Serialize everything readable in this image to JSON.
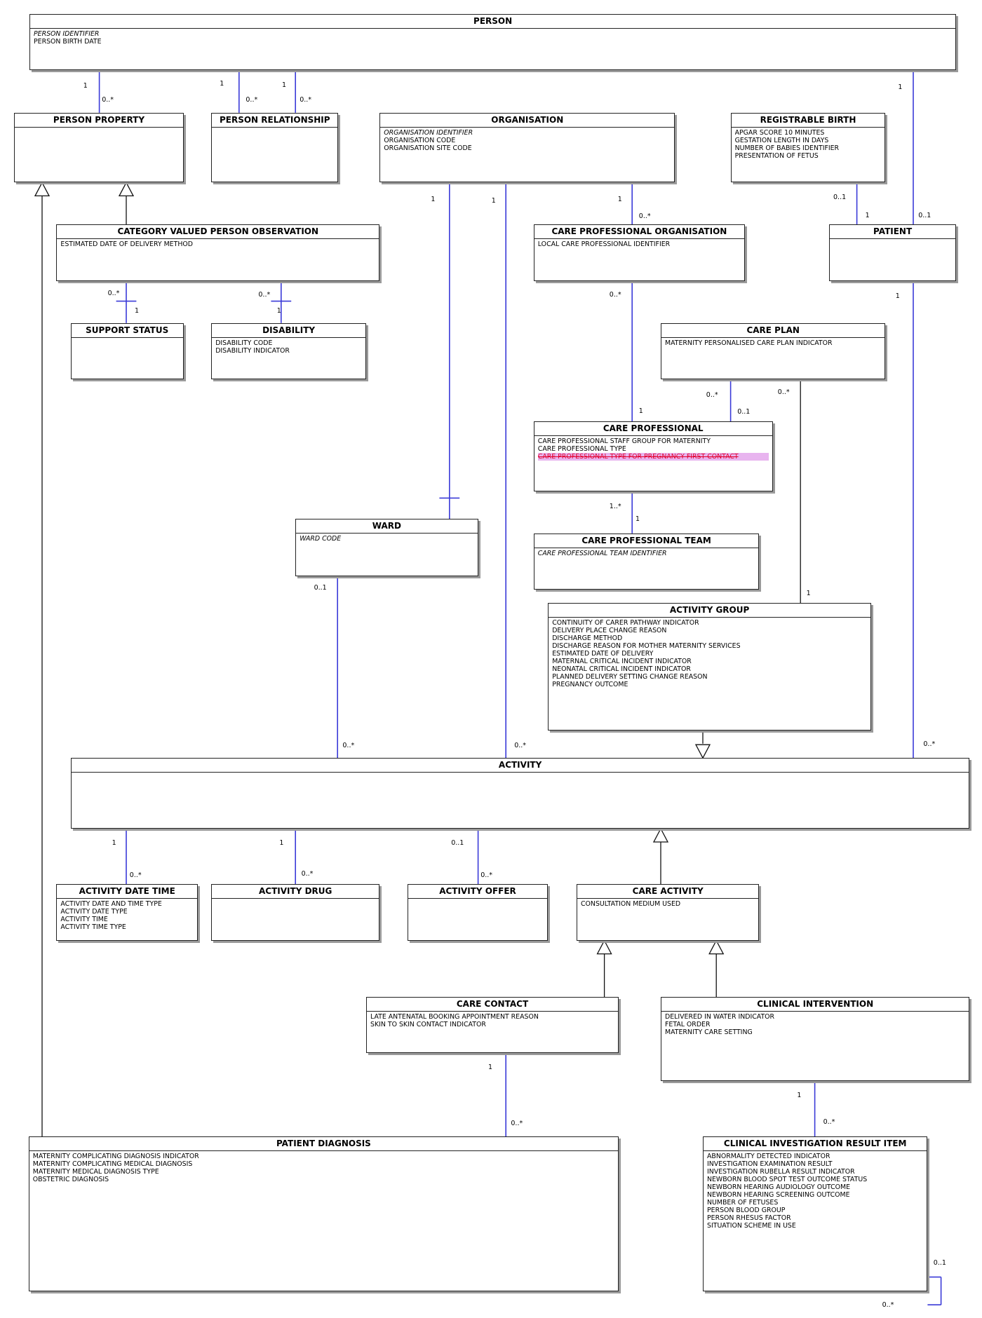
{
  "line_colors": {
    "association": "#3a3ad8",
    "generalization": "#111111"
  },
  "entities": {
    "person": {
      "name": "PERSON",
      "attributes": [
        {
          "text": "PERSON IDENTIFIER",
          "italic": true
        },
        {
          "text": "PERSON BIRTH DATE"
        }
      ]
    },
    "person_property": {
      "name": "PERSON PROPERTY",
      "attributes": []
    },
    "person_relationship": {
      "name": "PERSON RELATIONSHIP",
      "attributes": []
    },
    "organisation": {
      "name": "ORGANISATION",
      "attributes": [
        {
          "text": "ORGANISATION IDENTIFIER",
          "italic": true
        },
        {
          "text": "ORGANISATION CODE"
        },
        {
          "text": "ORGANISATION SITE CODE"
        }
      ]
    },
    "registrable_birth": {
      "name": "REGISTRABLE BIRTH",
      "attributes": [
        {
          "text": "APGAR SCORE 10 MINUTES"
        },
        {
          "text": "GESTATION LENGTH IN DAYS"
        },
        {
          "text": "NUMBER OF BABIES IDENTIFIER"
        },
        {
          "text": "PRESENTATION OF FETUS"
        }
      ]
    },
    "category_valued_person_observation": {
      "name": "CATEGORY VALUED PERSON OBSERVATION",
      "attributes": [
        {
          "text": "ESTIMATED DATE OF DELIVERY METHOD"
        }
      ]
    },
    "care_professional_organisation": {
      "name": "CARE PROFESSIONAL ORGANISATION",
      "attributes": [
        {
          "text": "LOCAL CARE PROFESSIONAL IDENTIFIER"
        }
      ]
    },
    "patient": {
      "name": "PATIENT",
      "attributes": []
    },
    "support_status": {
      "name": "SUPPORT STATUS",
      "attributes": []
    },
    "disability": {
      "name": "DISABILITY",
      "attributes": [
        {
          "text": "DISABILITY CODE"
        },
        {
          "text": "DISABILITY INDICATOR"
        }
      ]
    },
    "care_plan": {
      "name": "CARE PLAN",
      "attributes": [
        {
          "text": "MATERNITY PERSONALISED CARE PLAN INDICATOR"
        }
      ]
    },
    "care_professional": {
      "name": "CARE PROFESSIONAL",
      "attributes": [
        {
          "text": "CARE PROFESSIONAL STAFF GROUP FOR MATERNITY"
        },
        {
          "text": "CARE PROFESSIONAL TYPE"
        },
        {
          "text": "CARE PROFESSIONAL TYPE FOR PREGNANCY FIRST CONTACT",
          "strike": true
        }
      ]
    },
    "ward": {
      "name": "WARD",
      "attributes": [
        {
          "text": "WARD CODE",
          "italic": true
        }
      ]
    },
    "care_professional_team": {
      "name": "CARE PROFESSIONAL TEAM",
      "attributes": [
        {
          "text": "CARE PROFESSIONAL TEAM IDENTIFIER",
          "italic": true
        }
      ]
    },
    "activity_group": {
      "name": "ACTIVITY GROUP",
      "attributes": [
        {
          "text": "CONTINUITY OF CARER PATHWAY INDICATOR"
        },
        {
          "text": "DELIVERY PLACE CHANGE REASON"
        },
        {
          "text": "DISCHARGE METHOD"
        },
        {
          "text": "DISCHARGE REASON FOR MOTHER MATERNITY SERVICES"
        },
        {
          "text": "ESTIMATED DATE OF DELIVERY"
        },
        {
          "text": "MATERNAL CRITICAL INCIDENT INDICATOR"
        },
        {
          "text": "NEONATAL CRITICAL INCIDENT INDICATOR"
        },
        {
          "text": "PLANNED DELIVERY SETTING CHANGE REASON"
        },
        {
          "text": "PREGNANCY OUTCOME"
        }
      ]
    },
    "activity": {
      "name": "ACTIVITY",
      "attributes": []
    },
    "activity_date_time": {
      "name": "ACTIVITY DATE TIME",
      "attributes": [
        {
          "text": "ACTIVITY DATE AND TIME TYPE"
        },
        {
          "text": "ACTIVITY DATE TYPE"
        },
        {
          "text": "ACTIVITY TIME"
        },
        {
          "text": "ACTIVITY TIME TYPE"
        }
      ]
    },
    "activity_drug": {
      "name": "ACTIVITY DRUG",
      "attributes": []
    },
    "activity_offer": {
      "name": "ACTIVITY OFFER",
      "attributes": []
    },
    "care_activity": {
      "name": "CARE ACTIVITY",
      "attributes": [
        {
          "text": "CONSULTATION MEDIUM USED"
        }
      ]
    },
    "care_contact": {
      "name": "CARE CONTACT",
      "attributes": [
        {
          "text": "LATE ANTENATAL BOOKING APPOINTMENT REASON"
        },
        {
          "text": "SKIN TO SKIN CONTACT INDICATOR"
        }
      ]
    },
    "clinical_intervention": {
      "name": "CLINICAL INTERVENTION",
      "attributes": [
        {
          "text": "DELIVERED IN WATER INDICATOR"
        },
        {
          "text": "FETAL ORDER"
        },
        {
          "text": "MATERNITY CARE SETTING"
        }
      ]
    },
    "patient_diagnosis": {
      "name": "PATIENT DIAGNOSIS",
      "attributes": [
        {
          "text": "MATERNITY COMPLICATING DIAGNOSIS INDICATOR"
        },
        {
          "text": "MATERNITY COMPLICATING MEDICAL DIAGNOSIS"
        },
        {
          "text": "MATERNITY MEDICAL DIAGNOSIS TYPE"
        },
        {
          "text": "OBSTETRIC DIAGNOSIS"
        }
      ]
    },
    "clinical_investigation_result_item": {
      "name": "CLINICAL INVESTIGATION RESULT ITEM",
      "attributes": [
        {
          "text": "ABNORMALITY DETECTED INDICATOR"
        },
        {
          "text": "INVESTIGATION EXAMINATION RESULT"
        },
        {
          "text": "INVESTIGATION RUBELLA RESULT INDICATOR"
        },
        {
          "text": "NEWBORN BLOOD SPOT TEST OUTCOME STATUS"
        },
        {
          "text": "NEWBORN HEARING AUDIOLOGY OUTCOME"
        },
        {
          "text": "NEWBORN HEARING SCREENING OUTCOME"
        },
        {
          "text": "NUMBER OF FETUSES"
        },
        {
          "text": "PERSON BLOOD GROUP"
        },
        {
          "text": "PERSON RHESUS FACTOR"
        },
        {
          "text": "SITUATION SCHEME IN USE"
        }
      ]
    }
  },
  "multiplicities": [
    "1",
    "0..*",
    "1",
    "0..*",
    "1",
    "0..*",
    "1",
    "0..1",
    "1",
    "1",
    "1",
    "0..*",
    "0..1",
    "1",
    "0..*",
    "1",
    "0..*",
    "1",
    "0..*",
    "0..1",
    "1",
    "0..*",
    "1",
    "1..*",
    "0..*",
    "1",
    "0..1",
    "0..*",
    "0..*",
    "0..*",
    "1",
    "1",
    "0..*",
    "1",
    "0..*",
    "0..1",
    "0..*",
    "1",
    "0..*",
    "1",
    "0..*",
    "0..1",
    "0..*"
  ]
}
